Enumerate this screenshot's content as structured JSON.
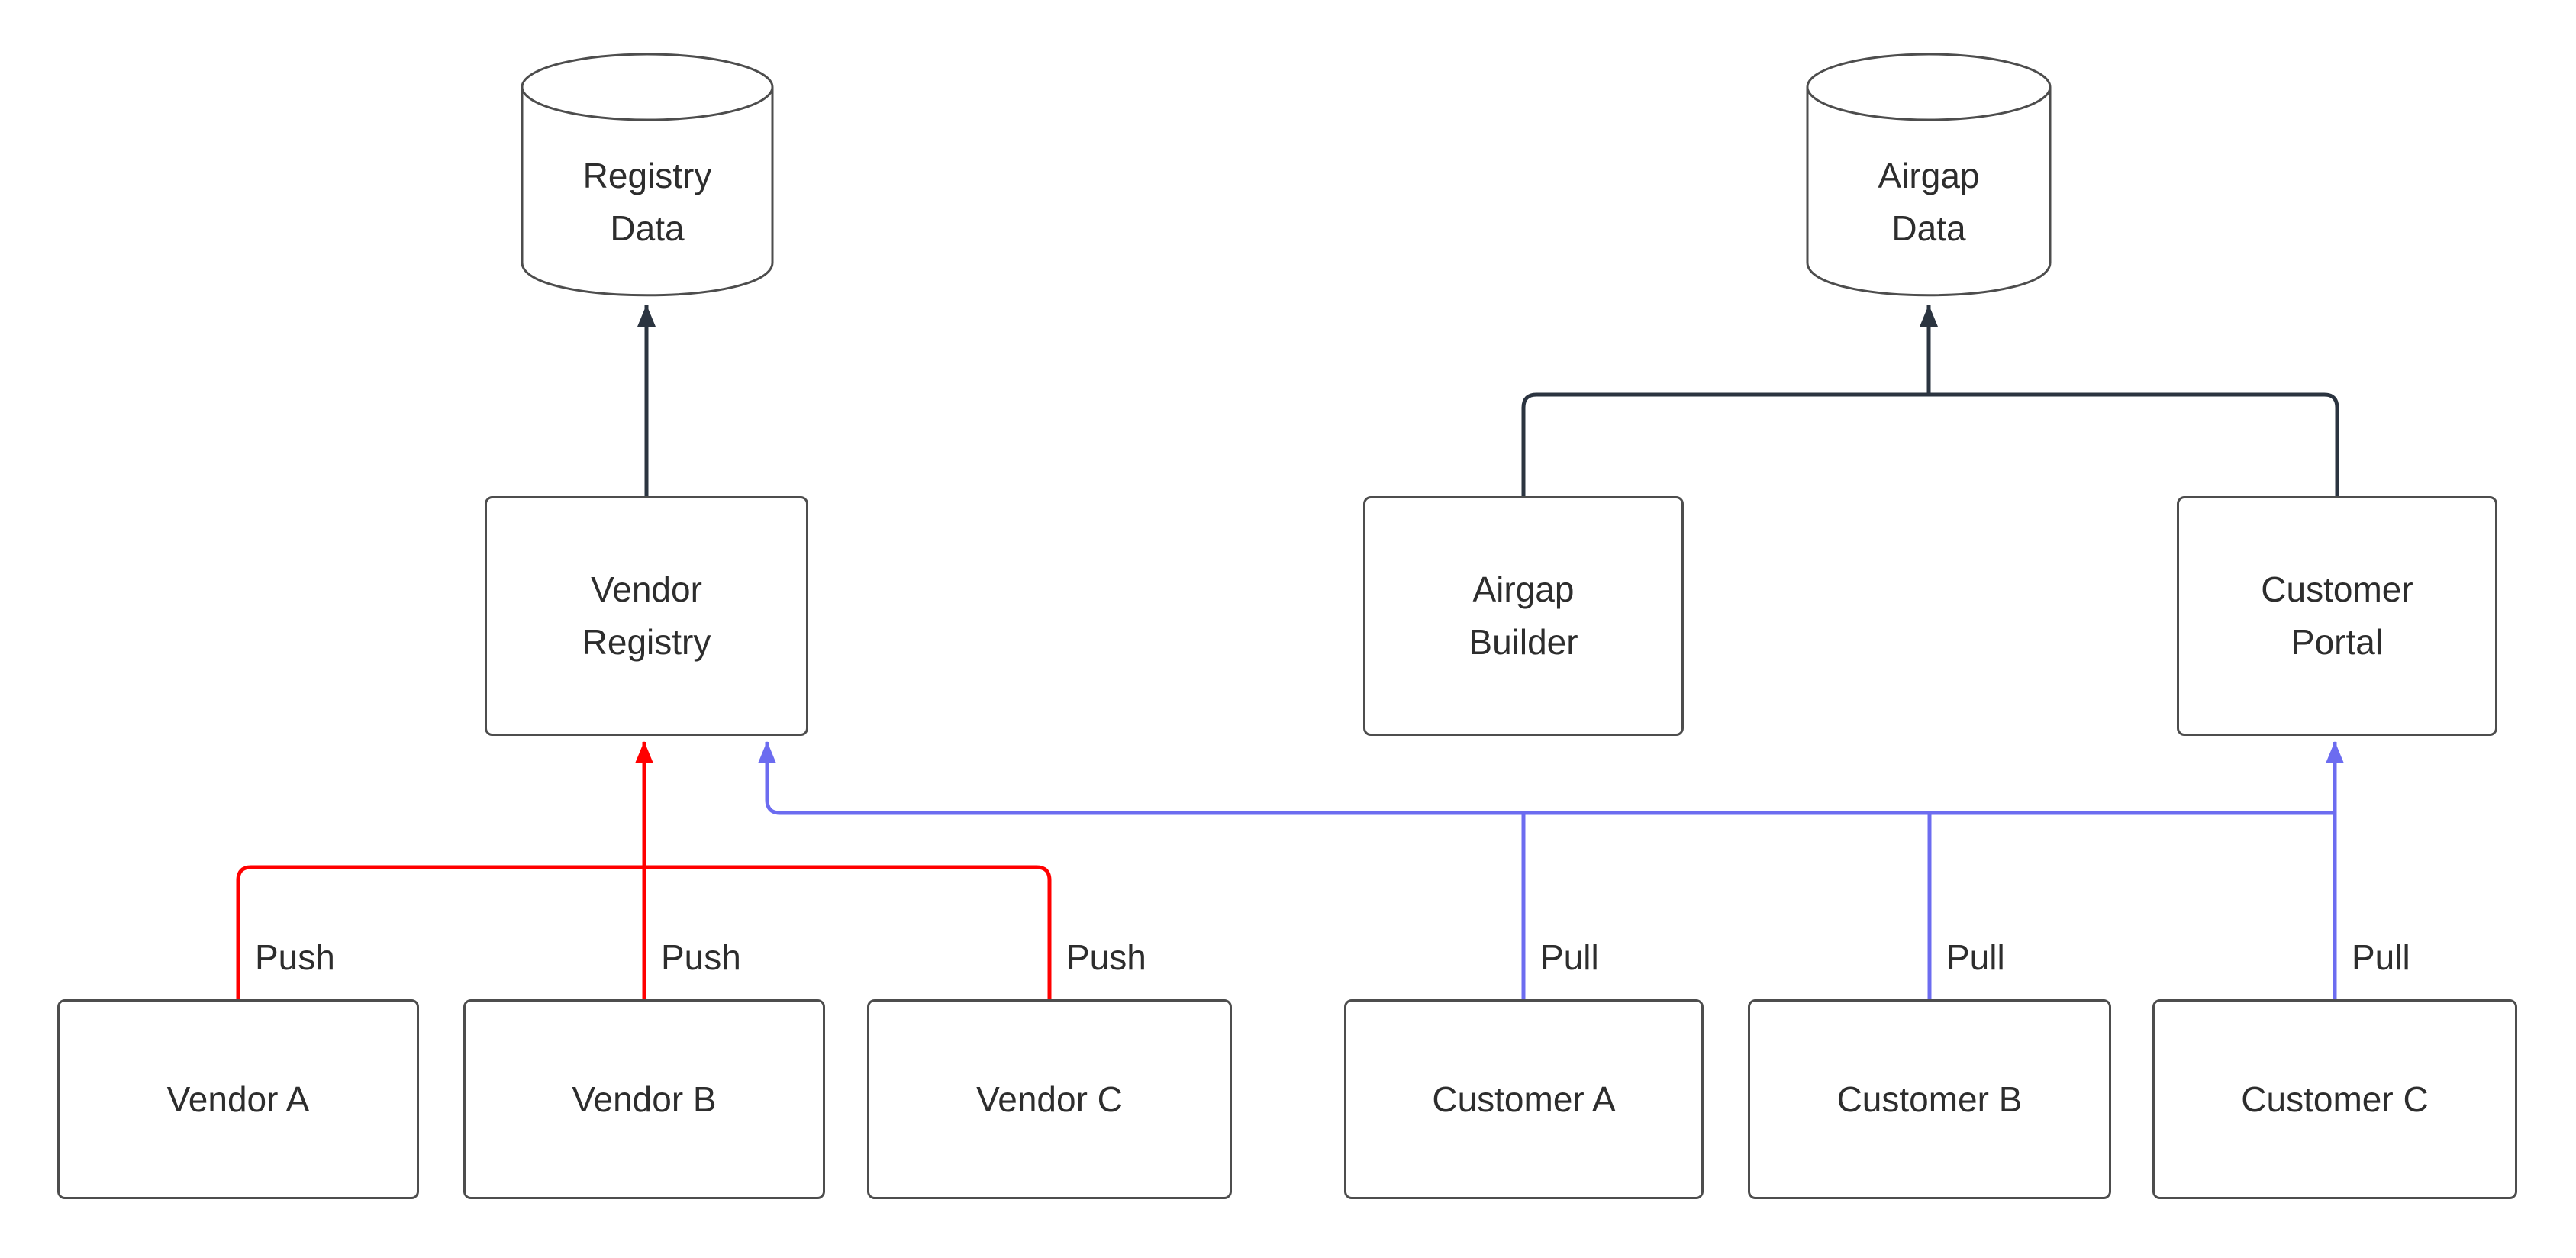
{
  "diagram": {
    "colors": {
      "background": "#ffffff",
      "node_fill": "#ffffff",
      "node_border": "#4d4d4d",
      "text": "#2d2d2d",
      "store_arrow": "#2b3440",
      "push_arrow": "#ff0000",
      "pull_arrow": "#6c6cf0"
    },
    "nodes": {
      "registry_data": {
        "label": "Registry\nData",
        "shape": "cylinder"
      },
      "airgap_data": {
        "label": "Airgap\nData",
        "shape": "cylinder"
      },
      "vendor_registry": {
        "label": "Vendor\nRegistry",
        "shape": "box"
      },
      "airgap_builder": {
        "label": "Airgap\nBuilder",
        "shape": "box"
      },
      "customer_portal": {
        "label": "Customer\nPortal",
        "shape": "box"
      },
      "vendor_a": {
        "label": "Vendor A",
        "shape": "box"
      },
      "vendor_b": {
        "label": "Vendor B",
        "shape": "box"
      },
      "vendor_c": {
        "label": "Vendor C",
        "shape": "box"
      },
      "customer_a": {
        "label": "Customer A",
        "shape": "box"
      },
      "customer_b": {
        "label": "Customer B",
        "shape": "box"
      },
      "customer_c": {
        "label": "Customer C",
        "shape": "box"
      }
    },
    "edge_labels": {
      "push": "Push",
      "pull": "Pull"
    },
    "edges": [
      {
        "from": "vendor_a",
        "to": "vendor_registry",
        "label": "Push",
        "color": "#ff0000"
      },
      {
        "from": "vendor_b",
        "to": "vendor_registry",
        "label": "Push",
        "color": "#ff0000"
      },
      {
        "from": "vendor_c",
        "to": "vendor_registry",
        "label": "Push",
        "color": "#ff0000"
      },
      {
        "from": "customer_a",
        "to": "vendor_registry",
        "label": "Pull",
        "color": "#6c6cf0"
      },
      {
        "from": "customer_b",
        "to": "vendor_registry",
        "label": "Pull",
        "color": "#6c6cf0"
      },
      {
        "from": "customer_c",
        "to": "customer_portal",
        "label": "Pull",
        "color": "#6c6cf0"
      },
      {
        "from": "vendor_registry",
        "to": "registry_data",
        "label": "",
        "color": "#2b3440"
      },
      {
        "from": "airgap_builder",
        "to": "airgap_data",
        "label": "",
        "color": "#2b3440"
      },
      {
        "from": "customer_portal",
        "to": "airgap_data",
        "label": "",
        "color": "#2b3440"
      }
    ]
  }
}
